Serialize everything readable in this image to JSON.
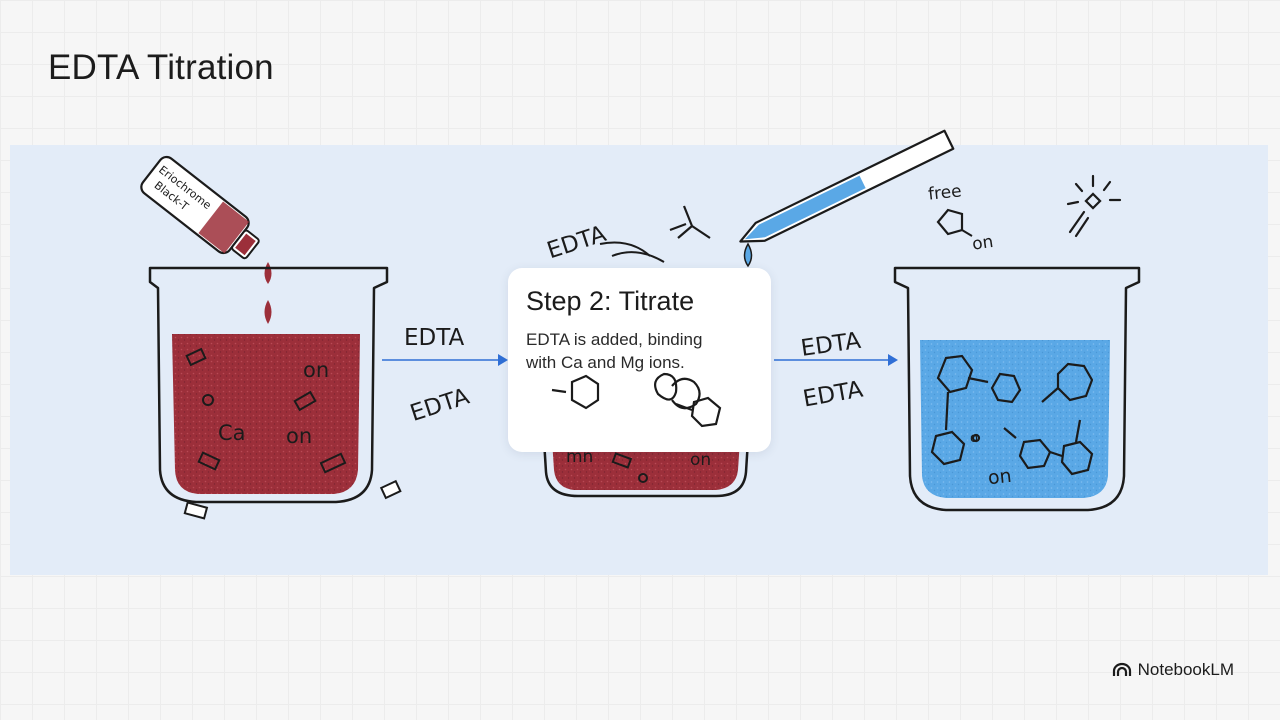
{
  "title": "EDTA Titration",
  "bottle_label": [
    "Eriochrome",
    "Black-T"
  ],
  "beaker1": {
    "labels": [
      "on",
      "Ca",
      "on"
    ]
  },
  "arrow1": {
    "top_label": "EDTA",
    "bottom_label": "EDTA"
  },
  "middle": {
    "floating_label": "EDTA",
    "beaker_labels": [
      "mn",
      "on"
    ]
  },
  "step_card": {
    "title": "Step 2: Titrate",
    "description": "EDTA is added, binding with Ca and Mg ions."
  },
  "arrow2": {
    "top_label": "EDTA",
    "bottom_label": "EDTA"
  },
  "beaker3": {
    "labels": [
      "free",
      "on",
      "o",
      "on"
    ]
  },
  "brand": {
    "name": "NotebookLM"
  },
  "colors": {
    "wine_red": "#9c2f3a",
    "titrant_blue": "#5aa8e6",
    "arrow_blue": "#2f6fd6",
    "band": "#e3ecf8"
  }
}
